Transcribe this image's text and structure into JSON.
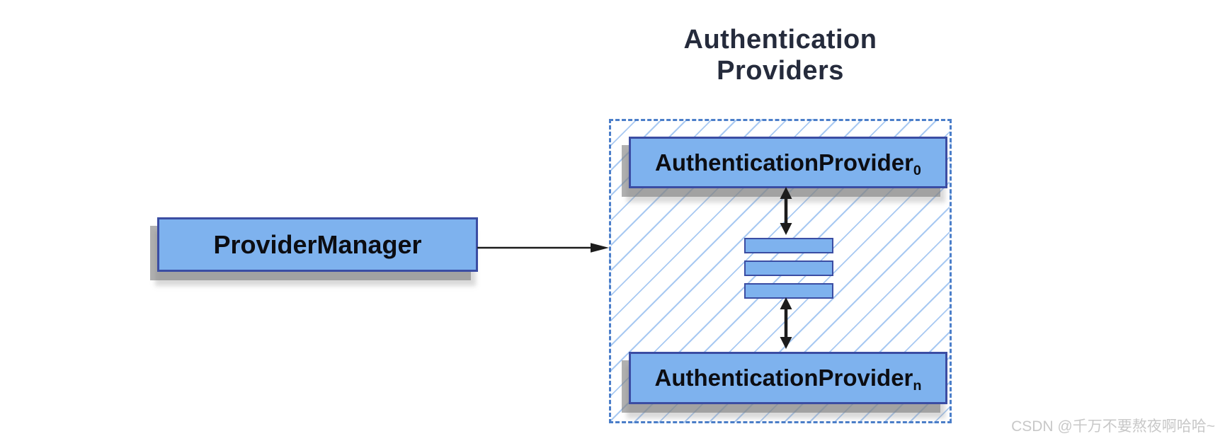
{
  "diagram": {
    "title": {
      "line1": "Authentication",
      "line2": "Providers"
    },
    "provider_manager": {
      "label": "ProviderManager"
    },
    "providers_group": {
      "top_box": {
        "label": "AuthenticationProvider",
        "subscript": "0"
      },
      "bottom_box": {
        "label": "AuthenticationProvider",
        "subscript": "n"
      },
      "stack_bars_count": 3
    },
    "colors": {
      "box_fill": "#7eb2ee",
      "box_border": "#3b4da3",
      "hatch_line": "#a8c9f2",
      "dashed_border": "#4b7ec9",
      "arrow": "#1c1c1c",
      "title_text": "#252b3c",
      "label_text": "#0c0d12",
      "watermark_text": "#c8c8c8"
    }
  },
  "watermark": {
    "text": "CSDN @千万不要熬夜啊哈哈~"
  }
}
